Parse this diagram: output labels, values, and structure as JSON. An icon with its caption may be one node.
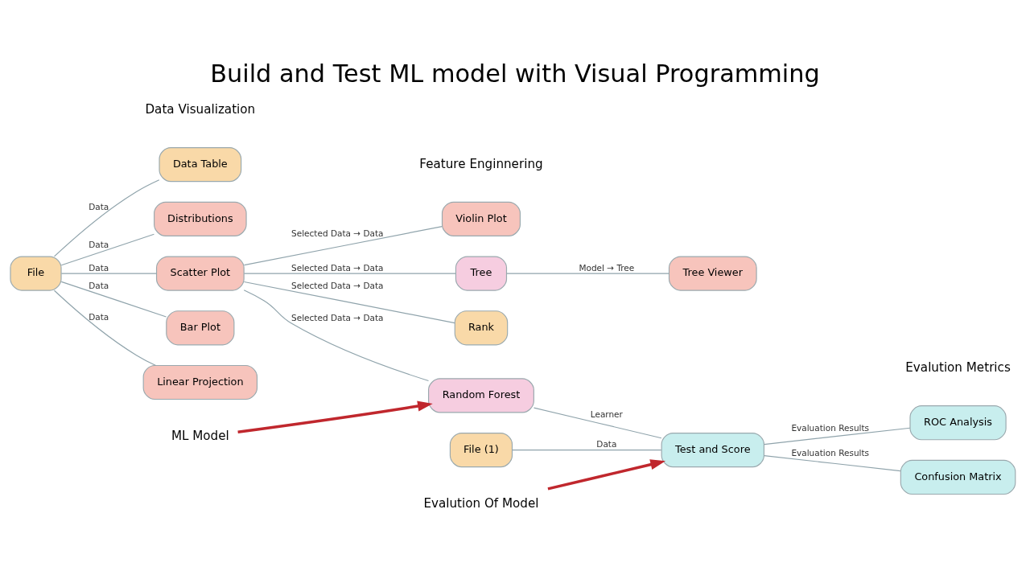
{
  "diagram": {
    "title": "Build and Test ML model with Visual Programming",
    "nodes": [
      {
        "text": [
          "File"
        ]
      },
      {
        "text": [
          "Data Table"
        ]
      },
      {
        "text": [
          "Distributions"
        ]
      },
      {
        "text": [
          "Scatter Plot"
        ]
      },
      {
        "text": [
          "Bar Plot"
        ]
      },
      {
        "text": [
          "Linear Projection"
        ]
      },
      {
        "text": [
          "Violin Plot"
        ]
      },
      {
        "text": [
          "Tree"
        ]
      },
      {
        "text": [
          "Rank"
        ]
      },
      {
        "text": [
          "Tree Viewer"
        ]
      },
      {
        "text": [
          "File (1)"
        ]
      },
      {
        "text": [
          "Random Forest"
        ]
      },
      {
        "text": [
          "Test and Score"
        ]
      },
      {
        "text": [
          "ROC Analysis"
        ]
      },
      {
        "text": [
          "Confusion Matrix"
        ]
      },
      {
        "text": [
          "Evalution Of Model"
        ]
      },
      {
        "text": [
          "ML Model"
        ]
      }
    ],
    "edges": [
      {
        "from": 0,
        "to": 1,
        "arrow": "none",
        "label": "Data"
      },
      {
        "from": 0,
        "to": 2,
        "arrow": "none",
        "label": "Data"
      },
      {
        "from": 0,
        "to": 3,
        "arrow": "none",
        "label": "Data"
      },
      {
        "from": 0,
        "to": 4,
        "arrow": "none",
        "label": "Data"
      },
      {
        "from": 0,
        "to": 5,
        "arrow": "none",
        "label": "Data"
      },
      {
        "from": 3,
        "to": 6,
        "arrow": "none",
        "label": "Selected Data → Data"
      },
      {
        "from": 3,
        "to": 11,
        "arrow": "none",
        "label": "Selected Data → Data"
      },
      {
        "from": 3,
        "to": 7,
        "arrow": "none",
        "label": "Selected Data → Data"
      },
      {
        "from": 3,
        "to": 8,
        "arrow": "none",
        "label": "Selected Data → Data"
      },
      {
        "from": 7,
        "to": 9,
        "arrow": "none",
        "label": "Model → Tree"
      },
      {
        "from": 10,
        "to": 12,
        "arrow": "none",
        "label": "Data"
      },
      {
        "from": 11,
        "to": 12,
        "arrow": "none",
        "label": "Learner"
      },
      {
        "from": 12,
        "to": 13,
        "arrow": "none",
        "label": "Evaluation Results"
      },
      {
        "from": 12,
        "to": 14,
        "arrow": "none",
        "label": "Evaluation Results"
      },
      {
        "from": 15,
        "to": 12,
        "arrow": "to",
        "style": "thick",
        "color": "#c0272d"
      },
      {
        "from": 16,
        "to": 11,
        "arrow": "to",
        "style": "thick",
        "color": "#c0272d"
      }
    ],
    "labels": [
      "Data Visualization",
      "Feature Enginnering",
      "Evalution Metrics"
    ]
  }
}
